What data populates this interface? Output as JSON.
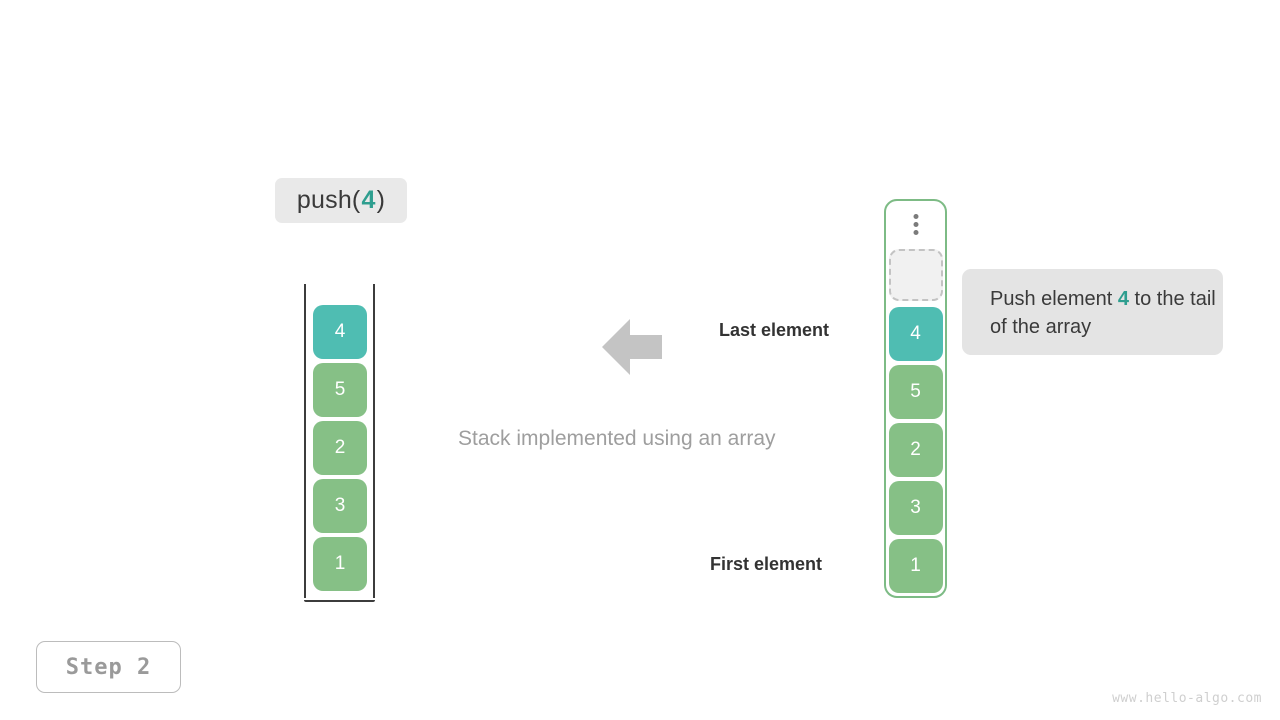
{
  "operation": {
    "prefix": "push(",
    "argument": "4",
    "suffix": ")"
  },
  "left_stack": {
    "name": "stack-container",
    "cells": [
      {
        "value": "4",
        "highlight": true
      },
      {
        "value": "5",
        "highlight": false
      },
      {
        "value": "2",
        "highlight": false
      },
      {
        "value": "3",
        "highlight": false
      },
      {
        "value": "1",
        "highlight": false
      }
    ]
  },
  "right_array": {
    "name": "array-container",
    "overflow_icon": "vertical-ellipsis-icon",
    "empty_slot_label": "",
    "cells": [
      {
        "value": "4",
        "highlight": true
      },
      {
        "value": "5",
        "highlight": false
      },
      {
        "value": "2",
        "highlight": false
      },
      {
        "value": "3",
        "highlight": false
      },
      {
        "value": "1",
        "highlight": false
      }
    ]
  },
  "annotations": {
    "arrow_icon": "arrow-left-icon",
    "last_element": "Last element",
    "first_element": "First element",
    "caption": "Stack implemented using an array"
  },
  "tooltip": {
    "text_before": "Push element ",
    "argument": "4",
    "text_after": " to the tail of the array"
  },
  "step_badge": {
    "label": "Step 2"
  },
  "watermark": {
    "text": "www.hello-algo.com"
  },
  "colors": {
    "highlight": "#4fbdb2",
    "cell": "#86c086",
    "array_border": "#7dbb85",
    "accent_text": "#2e9e8f",
    "arrow": "#c4c4c4",
    "chip_bg": "#e9e9e9",
    "tooltip_bg": "#e4e4e4"
  }
}
